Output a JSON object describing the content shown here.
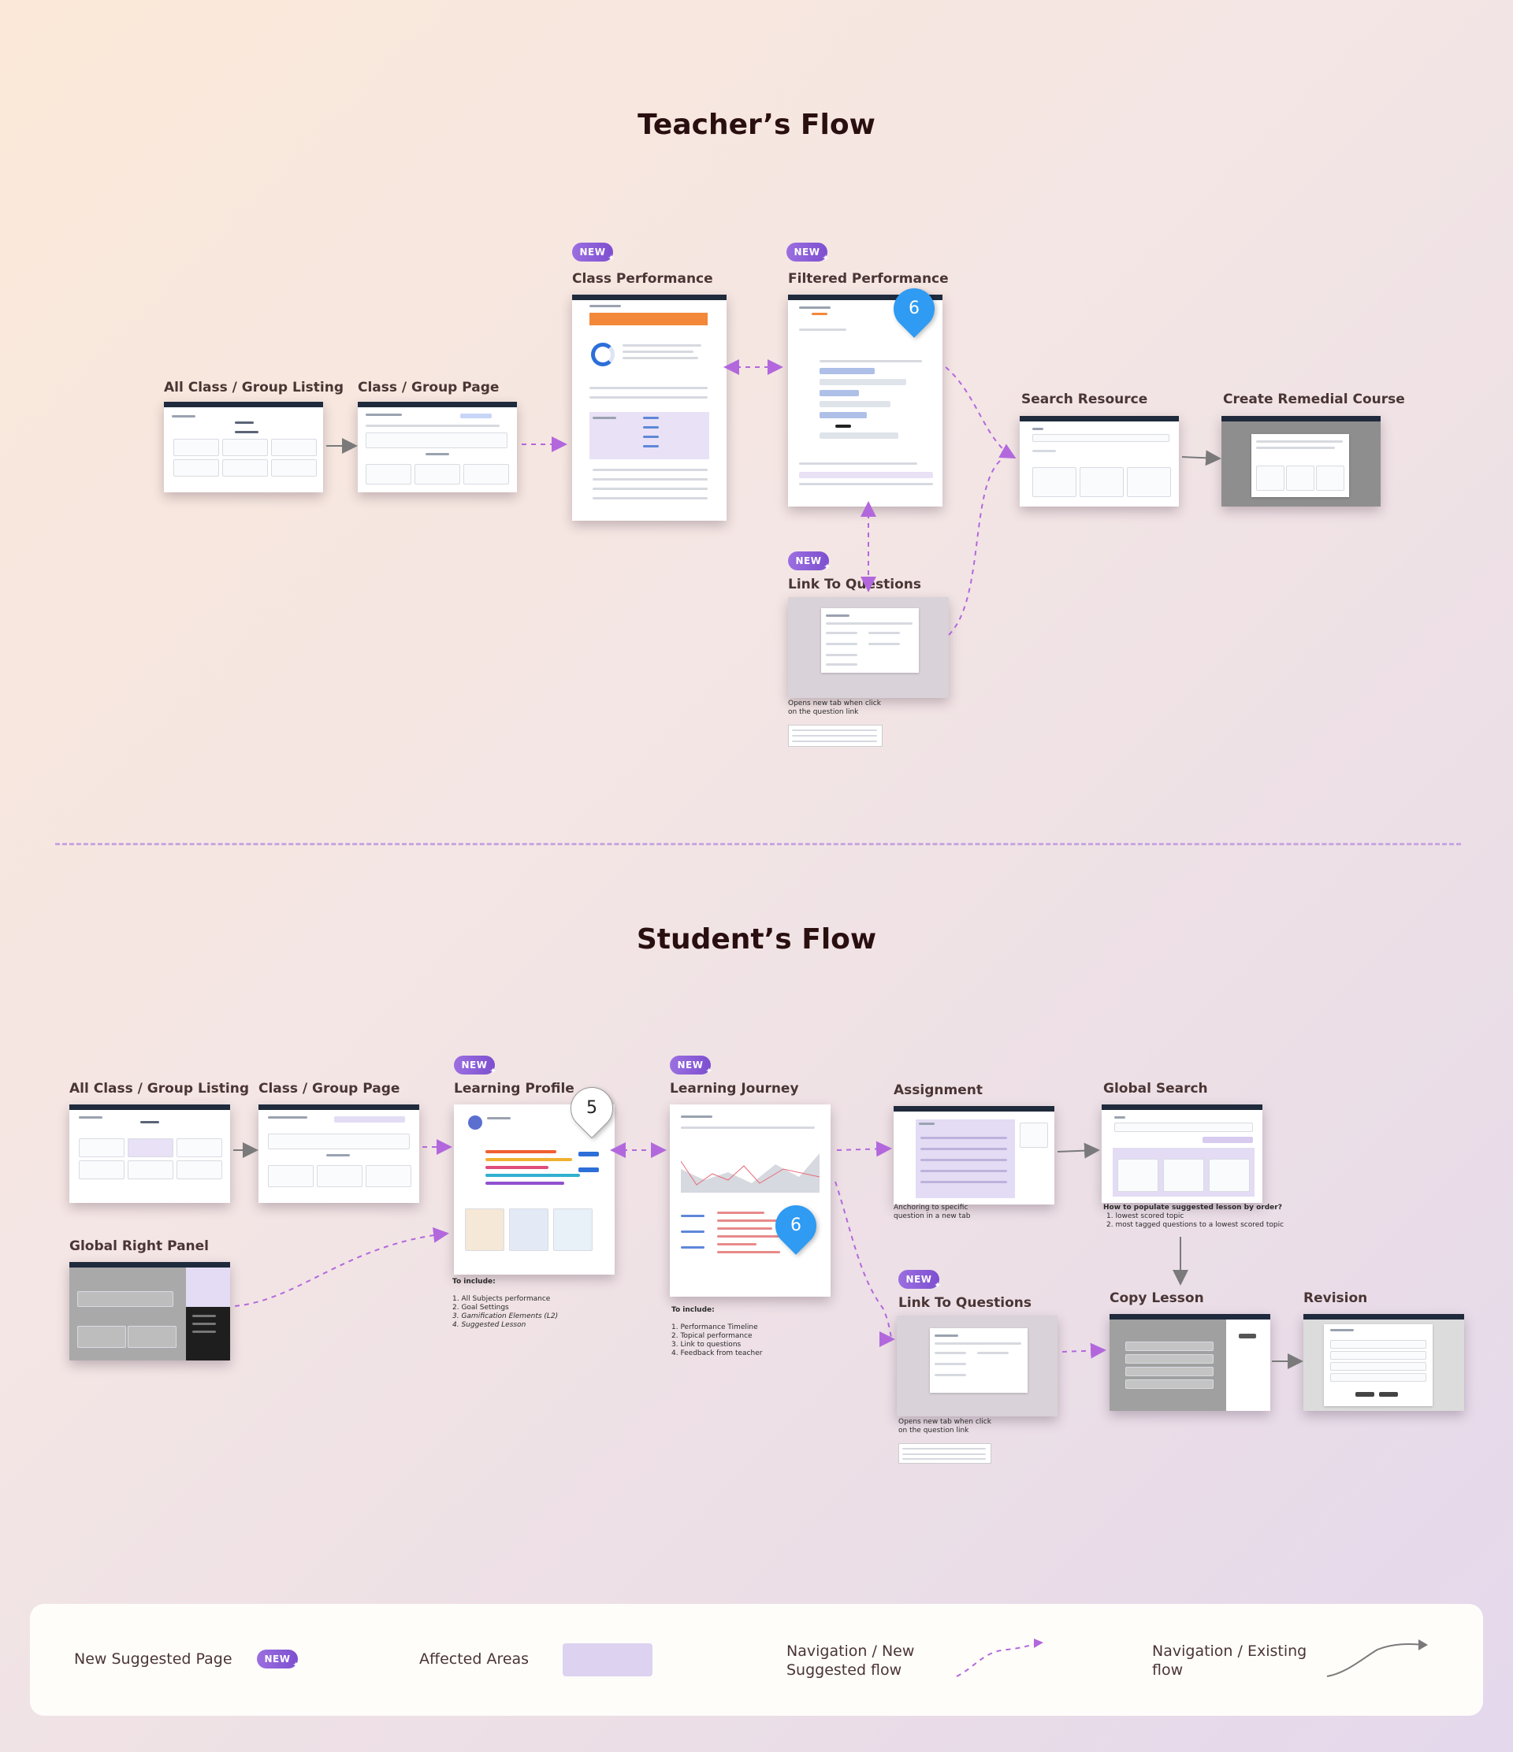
{
  "teacher_flow": {
    "title": "Teacher’s Flow",
    "badge_label": "NEW",
    "nodes": [
      {
        "id": "t-all-class",
        "label": "All Class / Group Listing",
        "is_new": false
      },
      {
        "id": "t-class-page",
        "label": "Class / Group Page",
        "is_new": false
      },
      {
        "id": "t-class-performance",
        "label": "Class Performance",
        "is_new": true
      },
      {
        "id": "t-filtered-performance",
        "label": "Filtered Performance",
        "is_new": true,
        "marker": "6"
      },
      {
        "id": "t-search-resource",
        "label": "Search Resource",
        "is_new": false
      },
      {
        "id": "t-create-remedial",
        "label": "Create Remedial Course",
        "is_new": false
      },
      {
        "id": "t-link-questions",
        "label": "Link To Questions",
        "is_new": true,
        "caption": "Opens new tab when click on the question link"
      }
    ]
  },
  "student_flow": {
    "title": "Student’s Flow",
    "badge_label": "NEW",
    "nodes": [
      {
        "id": "s-all-class",
        "label": "All Class / Group Listing",
        "is_new": false
      },
      {
        "id": "s-class-page",
        "label": "Class / Group Page",
        "is_new": false
      },
      {
        "id": "s-learning-profile",
        "label": "Learning Profile",
        "is_new": true,
        "marker": "5",
        "notes_title": "To include:",
        "notes": [
          "1. All Subjects performance",
          "2. Goal Settings",
          "3. Gamification Elements (L2)",
          "4. Suggested Lesson"
        ]
      },
      {
        "id": "s-learning-journey",
        "label": "Learning Journey",
        "is_new": true,
        "marker": "6",
        "notes_title": "To include:",
        "notes": [
          "1. Performance Timeline",
          "2. Topical performance",
          "3. Link to questions",
          "4. Feedback from teacher"
        ]
      },
      {
        "id": "s-assignment",
        "label": "Assignment",
        "is_new": false,
        "caption": "Anchoring to specific question in a new tab"
      },
      {
        "id": "s-global-search",
        "label": "Global Search",
        "is_new": false,
        "notes_title": "How to populate suggested lesson by order?",
        "notes": [
          "1. lowest scored topic",
          "2. most tagged questions to a lowest scored topic"
        ]
      },
      {
        "id": "s-global-right-panel",
        "label": "Global Right Panel",
        "is_new": false
      },
      {
        "id": "s-link-questions",
        "label": "Link To Questions",
        "is_new": true,
        "caption": "Opens new tab when click on the question link"
      },
      {
        "id": "s-copy-lesson",
        "label": "Copy Lesson",
        "is_new": false
      },
      {
        "id": "s-revision",
        "label": "Revision",
        "is_new": false
      }
    ]
  },
  "legend": {
    "new_page": "New Suggested Page",
    "affected": "Affected Areas",
    "nav_new": "Navigation / New Suggested flow",
    "nav_existing": "Navigation / Existing flow"
  },
  "colors": {
    "badge": "#8a5ad8",
    "new_flow_arrow": "#b268dc",
    "existing_flow_arrow": "#7a7a7a",
    "marker": "#2f9bf2",
    "affected_area": "#ddd2f0"
  }
}
